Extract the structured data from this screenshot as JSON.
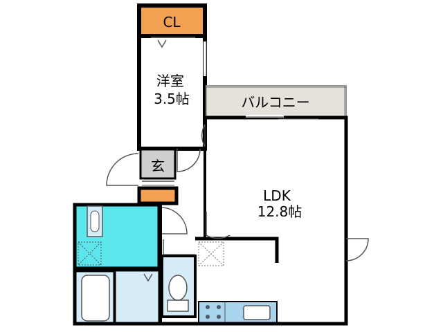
{
  "rooms": {
    "closet": {
      "label": "CL",
      "fill": "#f4a052"
    },
    "western_room": {
      "label": "洋室",
      "size": "3.5帖"
    },
    "balcony": {
      "label": "バルコニー",
      "fill": "#e6e1da"
    },
    "entrance": {
      "label": "玄",
      "fill": "#cfcfcf"
    },
    "ldk": {
      "label": "LDK",
      "size": "12.8帖"
    },
    "washroom": {
      "fill": "#5de6ec"
    },
    "bathroom": {
      "fill": "#d6ecf8"
    },
    "toilet": {
      "fill": "#d6ecf8"
    },
    "kitchen": {
      "fill": "#a9d5ef"
    },
    "shoe_box": {
      "fill": "#f4a052"
    }
  },
  "colors": {
    "wall": "#000000",
    "door_line": "#555555"
  }
}
